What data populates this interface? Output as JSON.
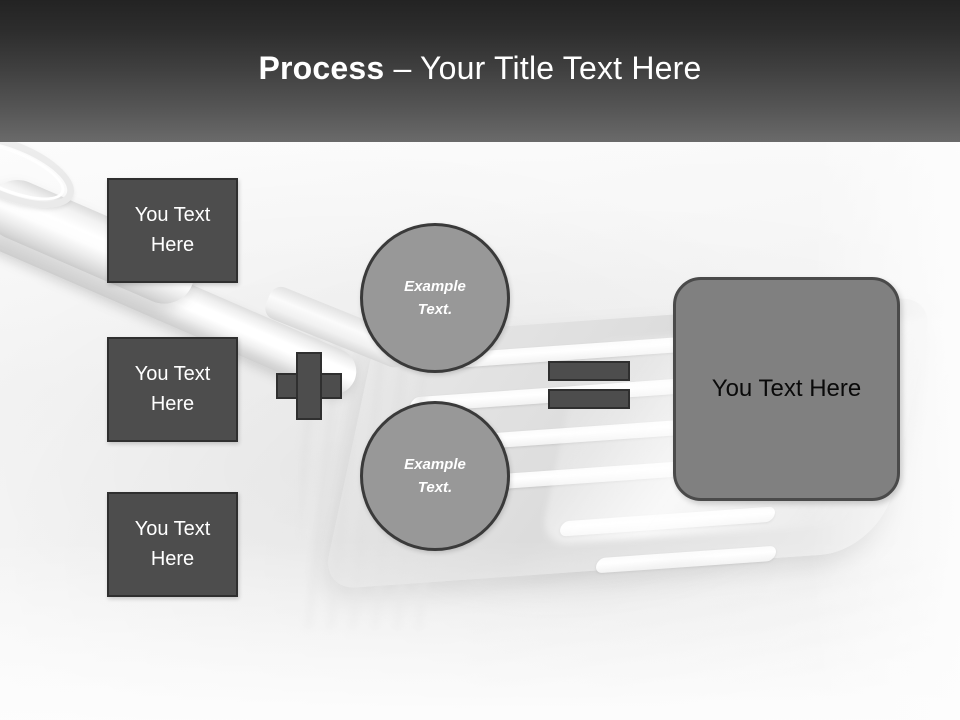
{
  "slide": {
    "title": {
      "emphasis": "Process",
      "separator": " – ",
      "rest": "Your Title Text Here"
    },
    "background_image_name": "grayscale-slotted-spatula-photo"
  },
  "colors": {
    "header_gradient_top": "#232323",
    "header_gradient_bottom": "#6a6a6a",
    "title_text": "#ffffff",
    "box_fill": "#4d4d4d",
    "box_border": "#2f2f2f",
    "box_text": "#ffffff",
    "circle_fill": "#989898",
    "circle_border": "#3a3a3a",
    "circle_text": "#ffffff",
    "result_fill": "#808080",
    "result_border": "#4a4a4a",
    "result_text": "#0a0a0a",
    "operator_fill": "#4d4d4d",
    "operator_border": "#2f2f2f",
    "body_background": "#fbfbfb"
  },
  "inputs": {
    "boxes": [
      {
        "line1": "You Text",
        "line2": "Here"
      },
      {
        "line1": "You Text",
        "line2": "Here"
      },
      {
        "line1": "You Text",
        "line2": "Here"
      }
    ]
  },
  "operators": {
    "plus": "+",
    "equals": "="
  },
  "circles": [
    {
      "line1": "Example",
      "line2": "Text."
    },
    {
      "line1": "Example",
      "line2": "Text."
    }
  ],
  "result": {
    "label": "You Text Here"
  }
}
